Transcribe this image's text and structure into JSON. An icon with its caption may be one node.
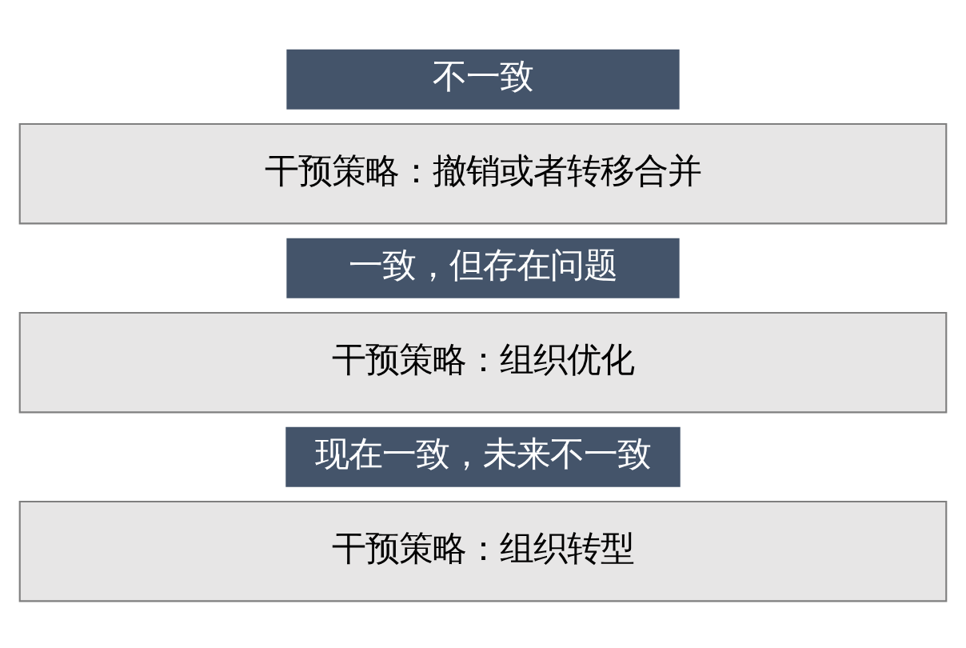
{
  "diagram": {
    "nodes": [
      {
        "text": [
          "不一致"
        ]
      },
      {
        "text": [
          "干预策略：撤销或者转移合并"
        ]
      },
      {
        "text": [
          "一致，但存在问题"
        ]
      },
      {
        "text": [
          "干预策略：组织优化"
        ]
      },
      {
        "text": [
          "现在一致，未来不一致"
        ]
      },
      {
        "text": [
          "干预策略：组织转型"
        ]
      }
    ],
    "edges": []
  }
}
